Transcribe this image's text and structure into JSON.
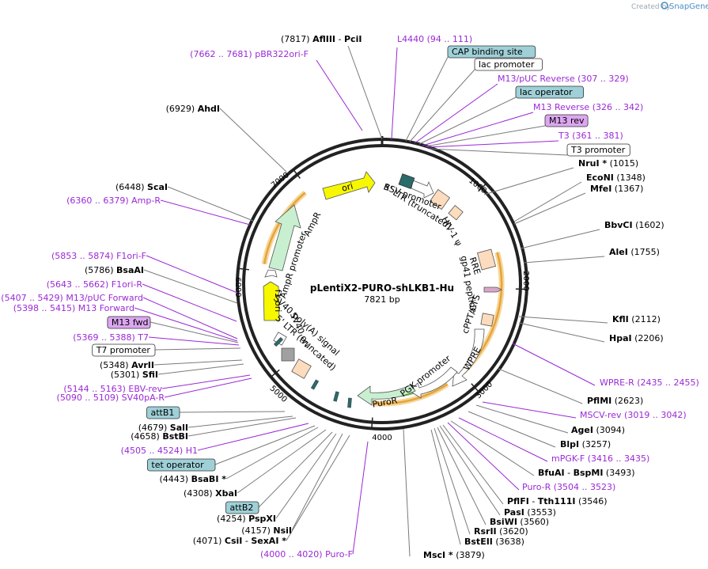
{
  "plasmid": {
    "name": "pLentiX2-PURO-shLKB1-Hu",
    "length": "7821 bp",
    "total_bp": 7821
  },
  "branding": {
    "created_by": "Created by",
    "brand": "SnapGene"
  },
  "tick_labels": [
    {
      "text": "1000",
      "bp": 1000
    },
    {
      "text": "2000",
      "bp": 2000
    },
    {
      "text": "3000",
      "bp": 3000
    },
    {
      "text": "4000",
      "bp": 4000
    },
    {
      "text": "5000",
      "bp": 5000
    },
    {
      "text": "6000",
      "bp": 6000
    },
    {
      "text": "7000",
      "bp": 7000
    }
  ],
  "feature_labels": [
    {
      "text": "RSV promoter"
    },
    {
      "text": "5' LTR (truncated)"
    },
    {
      "text": "HIV-1 ψ"
    },
    {
      "text": "RRE"
    },
    {
      "text": "gp41 peptide"
    },
    {
      "text": "cPPT/CTS"
    },
    {
      "text": "WPRE"
    },
    {
      "text": "PGK promoter"
    },
    {
      "text": "PuroR"
    },
    {
      "text": "SV40 poly(A) signal"
    },
    {
      "text": "5' LTR (truncated)"
    },
    {
      "text": "SV40 ori"
    },
    {
      "text": "f1 ori"
    },
    {
      "text": "AmpR promoter"
    },
    {
      "text": "AmpR"
    },
    {
      "text": "ori"
    }
  ],
  "site_labels": [
    {
      "pos": "(7817)",
      "name": "AflIII",
      "name2": "PciI",
      "type": "site"
    },
    {
      "name": "L4440",
      "pos": "(94 .. 111)",
      "type": "primer"
    },
    {
      "name": "CAP binding site",
      "type": "boxed-blue"
    },
    {
      "name": "lac promoter",
      "type": "boxed-white"
    },
    {
      "name": "M13/pUC Reverse",
      "pos": "(307 .. 329)",
      "type": "primer"
    },
    {
      "name": "lac operator",
      "type": "boxed-blue"
    },
    {
      "name": "M13 Reverse",
      "pos": "(326 .. 342)",
      "type": "primer"
    },
    {
      "name": "M13 rev",
      "type": "boxed-purple"
    },
    {
      "name": "T3",
      "pos": "(361 .. 381)",
      "type": "primer"
    },
    {
      "name": "T3 promoter",
      "type": "boxed-white"
    },
    {
      "name": "NruI *",
      "pos": "(1015)",
      "type": "site"
    },
    {
      "name": "EcoNI",
      "pos": "(1348)",
      "type": "site"
    },
    {
      "name": "MfeI",
      "pos": "(1367)",
      "type": "site"
    },
    {
      "name": "BbvCI",
      "pos": "(1602)",
      "type": "site"
    },
    {
      "name": "AleI",
      "pos": "(1755)",
      "type": "site"
    },
    {
      "name": "KflI",
      "pos": "(2112)",
      "type": "site"
    },
    {
      "name": "HpaI",
      "pos": "(2206)",
      "type": "site"
    },
    {
      "name": "WPRE-R",
      "pos": "(2435 .. 2455)",
      "type": "primer"
    },
    {
      "name": "PflMI",
      "pos": "(2623)",
      "type": "site"
    },
    {
      "name": "MSCV-rev",
      "pos": "(3019 .. 3042)",
      "type": "primer"
    },
    {
      "name": "AgeI",
      "pos": "(3094)",
      "type": "site"
    },
    {
      "name": "BlpI",
      "pos": "(3257)",
      "type": "site"
    },
    {
      "name": "mPGK-F",
      "pos": "(3416 .. 3435)",
      "type": "primer"
    },
    {
      "name": "BfuAI",
      "name2": "BspMI",
      "pos": "(3493)",
      "type": "site"
    },
    {
      "name": "Puro-R",
      "pos": "(3504 .. 3523)",
      "type": "primer"
    },
    {
      "name": "PflFI",
      "name2": "Tth111I",
      "pos": "(3546)",
      "type": "site"
    },
    {
      "name": "PasI",
      "pos": "(3553)",
      "type": "site"
    },
    {
      "name": "BsiWI",
      "pos": "(3560)",
      "type": "site"
    },
    {
      "name": "RsrII",
      "pos": "(3620)",
      "type": "site"
    },
    {
      "name": "BstEII",
      "pos": "(3638)",
      "type": "site"
    },
    {
      "name": "MscI *",
      "pos": "(3879)",
      "type": "site"
    },
    {
      "name": "Puro-F",
      "pos": "(4000 .. 4020)",
      "type": "primer"
    },
    {
      "pos": "(4071)",
      "name": "CsiI",
      "name2": "SexAI *",
      "type": "site"
    },
    {
      "pos": "(4157)",
      "name": "NsiI",
      "type": "site"
    },
    {
      "pos": "(4254)",
      "name": "PspXI",
      "type": "site"
    },
    {
      "name": "attB2",
      "type": "boxed-blue"
    },
    {
      "pos": "(4308)",
      "name": "XbaI",
      "type": "site"
    },
    {
      "pos": "(4443)",
      "name": "BsaBI *",
      "type": "site"
    },
    {
      "name": "tet operator",
      "type": "boxed-blue"
    },
    {
      "pos": "(4505 .. 4524)",
      "name": "H1",
      "type": "primer"
    },
    {
      "pos": "(4658)",
      "name": "BstBI",
      "type": "site"
    },
    {
      "pos": "(4679)",
      "name": "SalI",
      "type": "site"
    },
    {
      "name": "attB1",
      "type": "boxed-blue"
    },
    {
      "pos": "(5090 .. 5109)",
      "name": "SV40pA-R",
      "type": "primer"
    },
    {
      "pos": "(5144 .. 5163)",
      "name": "EBV-rev",
      "type": "primer"
    },
    {
      "pos": "(5301)",
      "name": "SfiI",
      "type": "site"
    },
    {
      "pos": "(5348)",
      "name": "AvrII",
      "type": "site"
    },
    {
      "name": "T7 promoter",
      "type": "boxed-white"
    },
    {
      "pos": "(5369 .. 5388)",
      "name": "T7",
      "type": "primer"
    },
    {
      "name": "M13 fwd",
      "type": "boxed-purple"
    },
    {
      "pos": "(5398 .. 5415)",
      "name": "M13 Forward",
      "type": "primer"
    },
    {
      "pos": "(5407 .. 5429)",
      "name": "M13/pUC Forward",
      "type": "primer"
    },
    {
      "pos": "(5643 .. 5662)",
      "name": "F1ori-R",
      "type": "primer"
    },
    {
      "pos": "(5786)",
      "name": "BsaAI",
      "type": "site"
    },
    {
      "pos": "(5853 .. 5874)",
      "name": "F1ori-F",
      "type": "primer"
    },
    {
      "pos": "(6360 .. 6379)",
      "name": "Amp-R",
      "type": "primer"
    },
    {
      "pos": "(6448)",
      "name": "ScaI",
      "type": "site"
    },
    {
      "pos": "(6929)",
      "name": "AhdI",
      "type": "site"
    },
    {
      "pos": "(7662 .. 7681)",
      "name": "pBR322ori-F",
      "type": "primer"
    }
  ],
  "colors": {
    "primer": "#9a29d6",
    "orf": "#e8a33a",
    "ring": "#222222",
    "box_blue": "#9fd0d8",
    "box_purple": "#dca6f0"
  }
}
